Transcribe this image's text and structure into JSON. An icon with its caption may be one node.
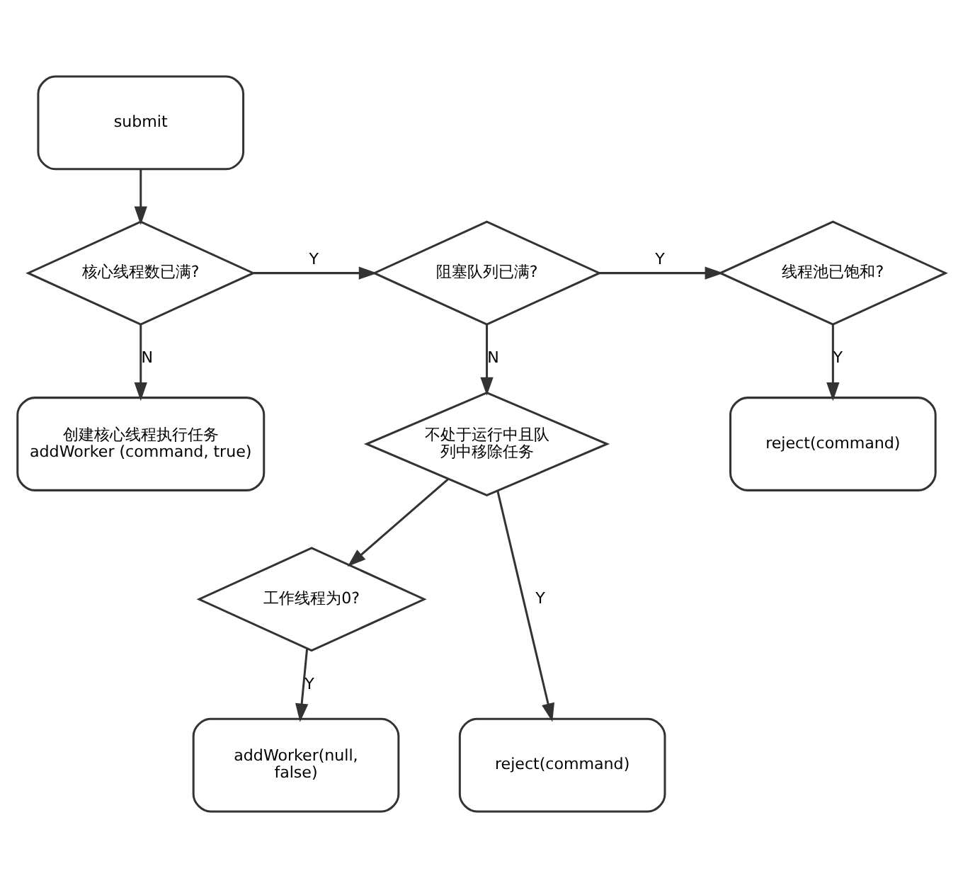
{
  "diagram": {
    "nodes": [
      {
        "text": [
          "submit"
        ]
      },
      {
        "text": [
          "核心线程数已满?"
        ]
      },
      {
        "text": [
          "阻塞队列已满?"
        ]
      },
      {
        "text": [
          "线程池已饱和?"
        ]
      },
      {
        "text": [
          "创建核心线程执行任务 addWorker (command, true)"
        ]
      },
      {
        "text": [
          "不处于运行中且队列中移除任务"
        ]
      },
      {
        "text": [
          "reject(command)"
        ]
      },
      {
        "text": [
          "工作线程为0?"
        ]
      },
      {
        "text": [
          "reject(command)"
        ]
      },
      {
        "text": [
          "addWorker(null, false)"
        ]
      }
    ],
    "edges": [
      {
        "from": 0,
        "to": 1,
        "arrow": "to"
      },
      {
        "from": 1,
        "to": 2,
        "arrow": "to",
        "label": "Y"
      },
      {
        "from": 2,
        "to": 3,
        "arrow": "to",
        "label": "Y"
      },
      {
        "from": 1,
        "to": 4,
        "arrow": "to",
        "label": "N"
      },
      {
        "from": 2,
        "to": 5,
        "arrow": "to",
        "label": "N"
      },
      {
        "from": 3,
        "to": 6,
        "arrow": "to",
        "label": "Y"
      },
      {
        "from": 5,
        "to": 8,
        "arrow": "to",
        "label": "Y"
      },
      {
        "from": 5,
        "to": 7,
        "arrow": "to"
      },
      {
        "from": 7,
        "to": 9,
        "arrow": "to",
        "label": "Y"
      }
    ]
  }
}
